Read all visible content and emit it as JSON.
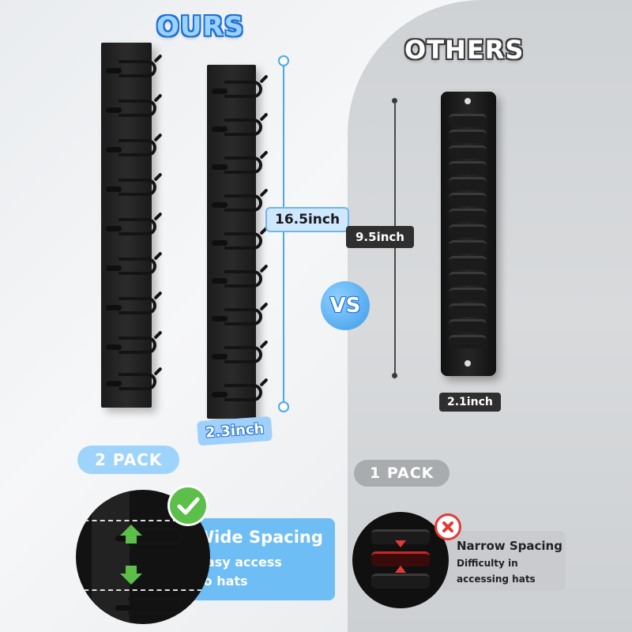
{
  "ours": {
    "title": "OURS"
  },
  "others": {
    "title": "OTHERS"
  },
  "dimensions": {
    "ours_height": "16.5inch",
    "ours_width": "2.3inch",
    "others_height": "9.5inch",
    "others_width": "2.1inch"
  },
  "vs_label": "VS",
  "packs": {
    "ours": "2 PACK",
    "others": "1 PACK"
  },
  "feature_good": {
    "title": "Wide Spacing",
    "subtitle_line1": "Easy access",
    "subtitle_line2": "to hats"
  },
  "feature_bad": {
    "title": "Narrow Spacing",
    "subtitle_line1": "Difficulty in",
    "subtitle_line2": "accessing hats"
  },
  "colors": {
    "accent_blue": "#4aa8e8",
    "check_green": "#4caf50",
    "cross_red": "#e53935",
    "rack_black": "#1c1c1c"
  },
  "icons": {
    "check": "check-icon",
    "cross": "cross-icon",
    "arrow_up": "arrow-up-icon",
    "arrow_down": "arrow-down-icon"
  }
}
